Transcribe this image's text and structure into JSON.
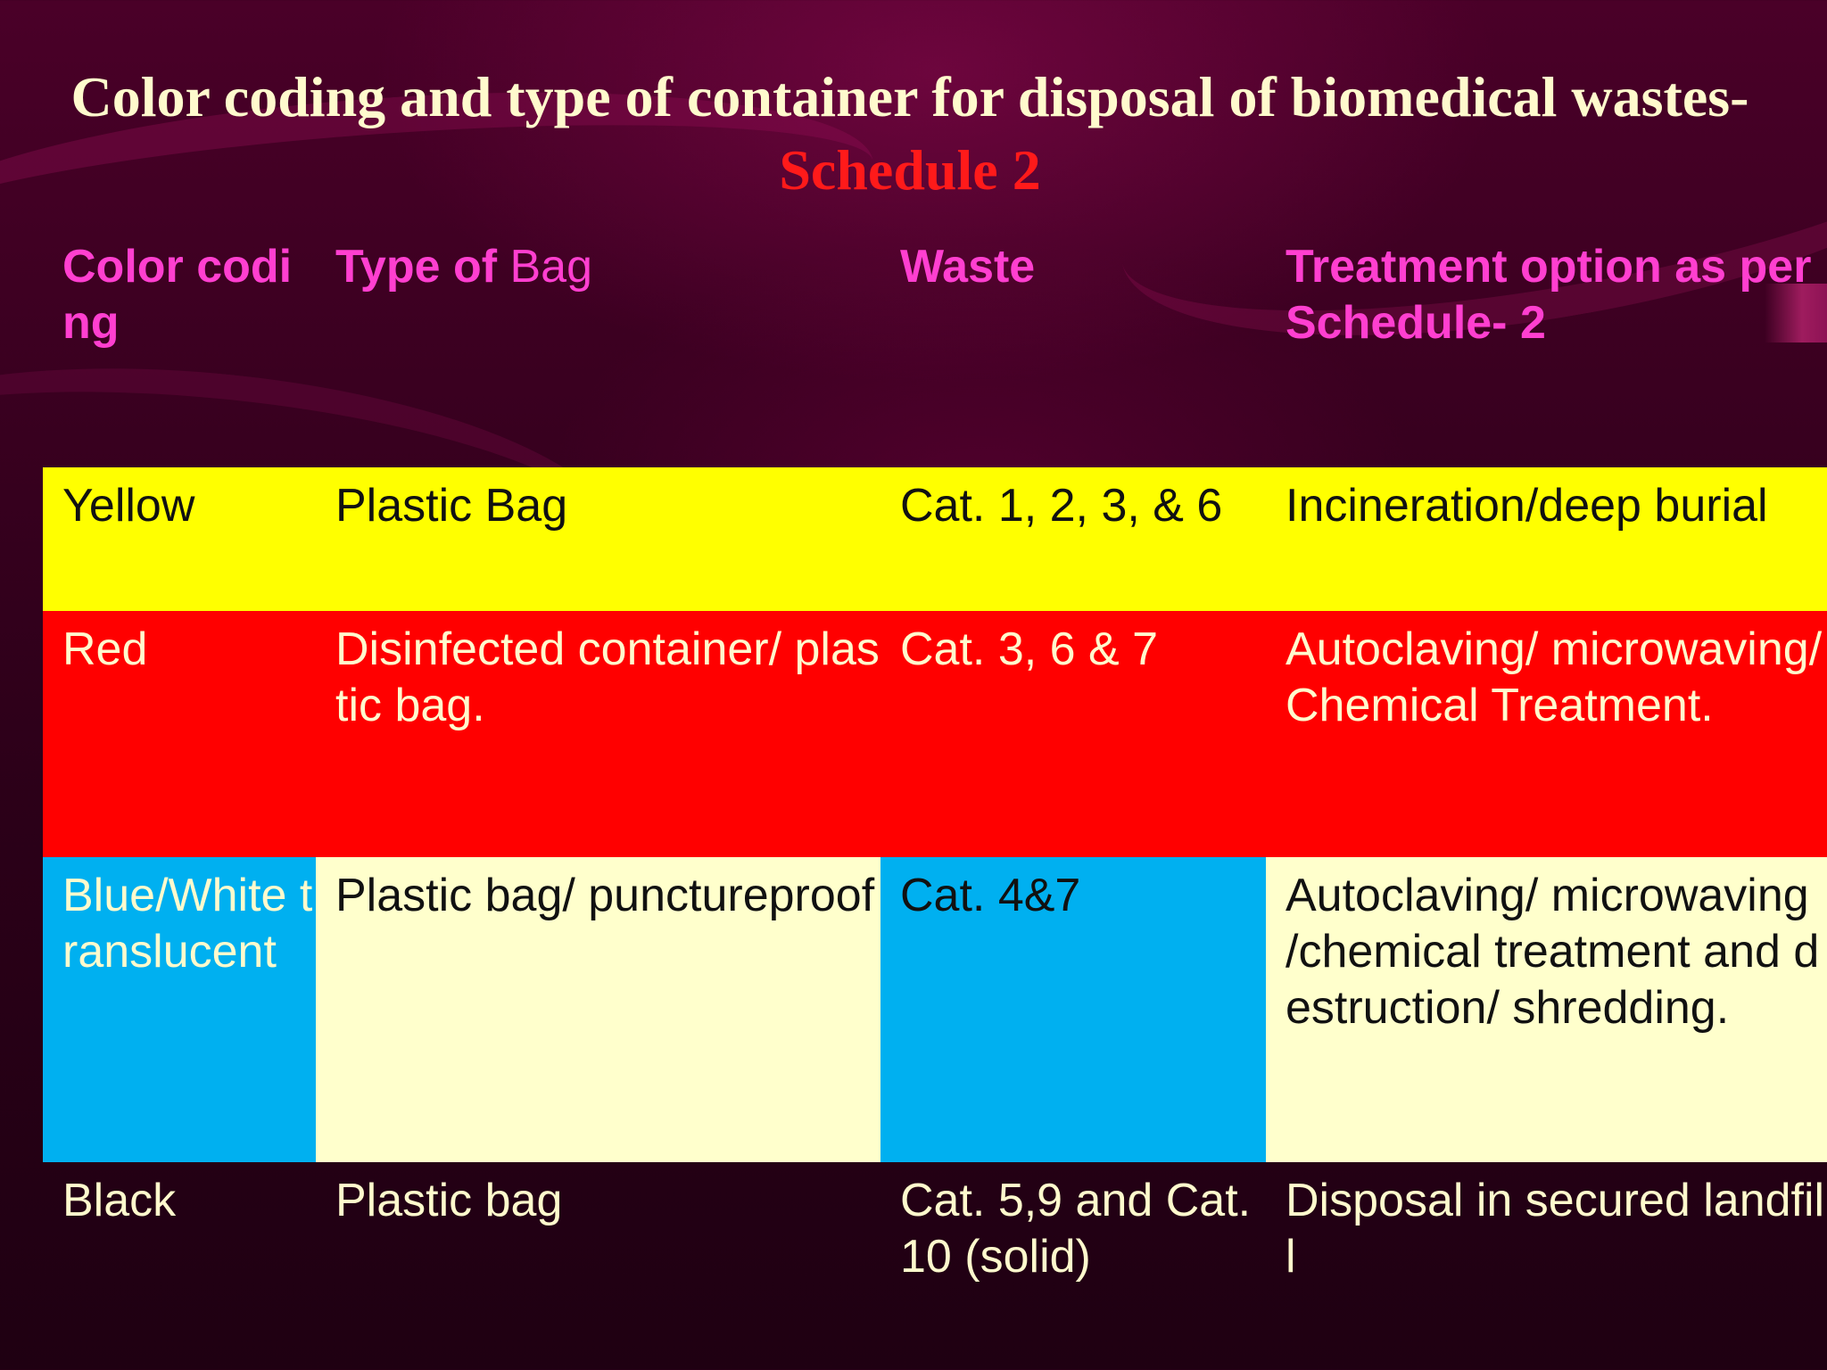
{
  "title": {
    "main": "Color coding and type of container for disposal of biomedical wastes-",
    "highlight": "Schedule 2"
  },
  "table": {
    "headers": {
      "color": "Color coding",
      "type_bold": "Type of ",
      "type_normal": "Bag",
      "waste": "Waste",
      "treatment": "Treatment option as per Schedule- 2"
    },
    "rows": [
      {
        "color": "Yellow",
        "type": "Plastic Bag",
        "waste": "Cat. 1, 2, 3, & 6",
        "treatment": "Incineration/deep burial",
        "fill": "#ffff00"
      },
      {
        "color": "Red",
        "type": "Disinfected container/ plastic bag.",
        "waste": "Cat. 3, 6 & 7",
        "treatment": "Autoclaving/ microwaving/Chemical Treatment.",
        "fill": "#ff0000"
      },
      {
        "color": "Blue/White translucent",
        "type": "Plastic bag/ punctureproof",
        "waste": "Cat. 4&7",
        "treatment": "Autoclaving/ microwaving /chemical treatment and destruction/ shredding.",
        "fill": "#00b0f0"
      },
      {
        "color": "Black",
        "type": "Plastic bag",
        "waste": "Cat. 5,9 and Cat. 10 (solid)",
        "treatment": "Disposal in secured landfill",
        "fill": "#1f0012"
      }
    ]
  },
  "colors": {
    "background": "#3a0020",
    "title_text": "#fffacd",
    "title_highlight": "#ff1a1a",
    "header_text": "#ff3fd0",
    "yellow": "#ffff00",
    "red": "#ff0000",
    "blue": "#00b0f0",
    "cream": "#ffffcc"
  }
}
